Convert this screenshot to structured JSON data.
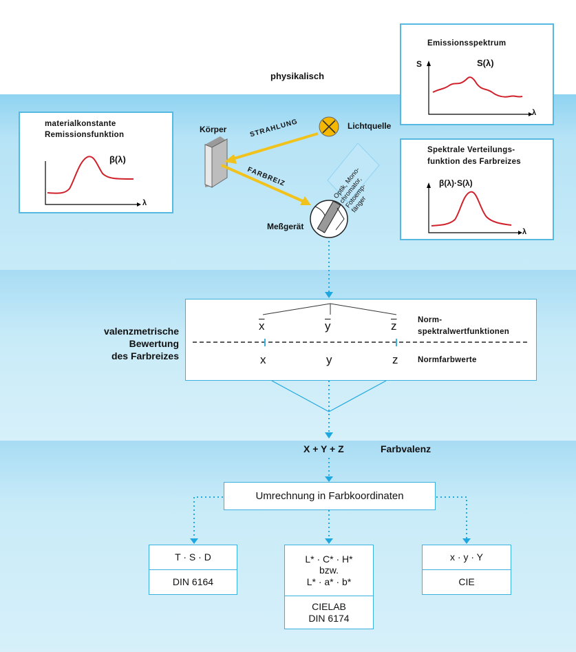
{
  "labels": {
    "physikalisch": "physikalisch",
    "koerper": "Körper",
    "lichtquelle": "Lichtquelle",
    "strahlung": "STRAHLUNG",
    "farbreiz": "FARBREIZ",
    "messgeraet": "Meßgerät",
    "optik": [
      "Optik, Mono-",
      "chromator,",
      "Fotoemp-",
      "fänger"
    ]
  },
  "remission_box": {
    "title_line1": "materialkonstante",
    "title_line2": "Remissionsfunktion",
    "symbol": "β(λ)",
    "xaxis": "λ"
  },
  "emission_box": {
    "title": "Emissionsspektrum",
    "symbol": "S(λ)",
    "yaxis": "S",
    "xaxis": "λ"
  },
  "spectral_box": {
    "title_line1": "Spektrale Verteilungs-",
    "title_line2": "funktion des Farbreizes",
    "symbol": "β(λ)·S(λ)",
    "xaxis": "λ"
  },
  "valenz": {
    "heading": [
      "valenzmetrische",
      "Bewertung",
      "des Farbreizes"
    ],
    "bar_symbols": [
      "x",
      "y",
      "z"
    ],
    "plain_symbols": [
      "x",
      "y",
      "z"
    ],
    "norm_label_line1": "Norm-",
    "norm_label_line2": "spektralwertfunktionen",
    "normfarbwerte": "Normfarbwerte"
  },
  "farbvalenz": {
    "formula": "X + Y + Z",
    "label": "Farbvalenz"
  },
  "umrechnung": "Umrechnung in Farbkoordinaten",
  "outputs": {
    "left": {
      "top": "T · S · D",
      "bottom": "DIN 6164"
    },
    "middle": {
      "top_line1": "L* · C* · H*",
      "top_line2": "bzw.",
      "top_line3": "L* · a* · b*",
      "bottom_line1": "CIELAB",
      "bottom_line2": "DIN 6174"
    },
    "right": {
      "top": "x · y · Y",
      "bottom": "CIE"
    }
  },
  "colors": {
    "curve": "#d0202a",
    "arrow": "#f2c21c",
    "accent": "#3ab0df",
    "lamp": "#f5b800"
  }
}
